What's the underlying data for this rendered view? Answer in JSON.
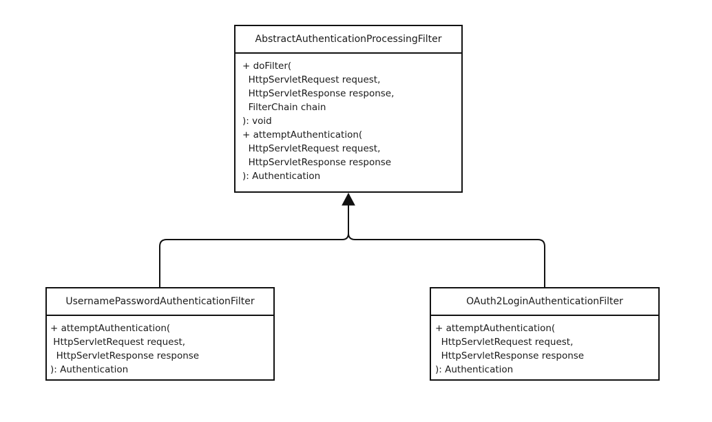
{
  "classes": {
    "parent": {
      "name": "AbstractAuthenticationProcessingFilter",
      "lines": [
        "+ doFilter(",
        "  HttpServletRequest request,",
        "  HttpServletResponse response,",
        "  FilterChain chain",
        "): void",
        "+ attemptAuthentication(",
        "  HttpServletRequest request,",
        "  HttpServletResponse response",
        "): Authentication"
      ]
    },
    "left": {
      "name": "UsernamePasswordAuthenticationFilter",
      "lines": [
        "+ attemptAuthentication(",
        " HttpServletRequest request,",
        "  HttpServletResponse response",
        "): Authentication"
      ]
    },
    "right": {
      "name": "OAuth2LoginAuthenticationFilter",
      "lines": [
        "+ attemptAuthentication(",
        "  HttpServletRequest request,",
        "  HttpServletResponse response",
        "): Authentication"
      ]
    }
  },
  "colors": {
    "stroke": "#111111",
    "background": "#ffffff"
  }
}
